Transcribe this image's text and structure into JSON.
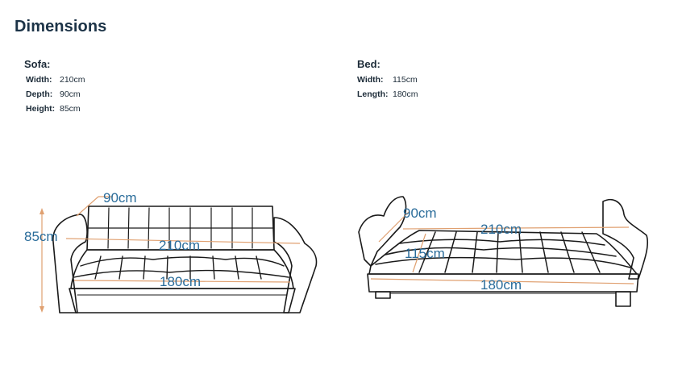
{
  "title": "Dimensions",
  "sofa": {
    "heading": "Sofa:",
    "specs": [
      {
        "label": "Width:",
        "value": "210cm"
      },
      {
        "label": "Depth:",
        "value": "90cm"
      },
      {
        "label": "Height:",
        "value": "85cm"
      }
    ],
    "diagram_labels": {
      "depth": "90cm",
      "height": "85cm",
      "width": "210cm",
      "seat": "180cm"
    }
  },
  "bed": {
    "heading": "Bed:",
    "specs": [
      {
        "label": "Width:",
        "value": "115cm"
      },
      {
        "label": "Length:",
        "value": "180cm"
      }
    ],
    "diagram_labels": {
      "depth": "90cm",
      "length": "210cm",
      "width": "115cm",
      "seat": "180cm"
    }
  },
  "colors": {
    "title": "#1c3347",
    "dimension_text": "#2a6c9a",
    "dimension_line": "#e0a070",
    "outline": "#1a1a1a"
  }
}
